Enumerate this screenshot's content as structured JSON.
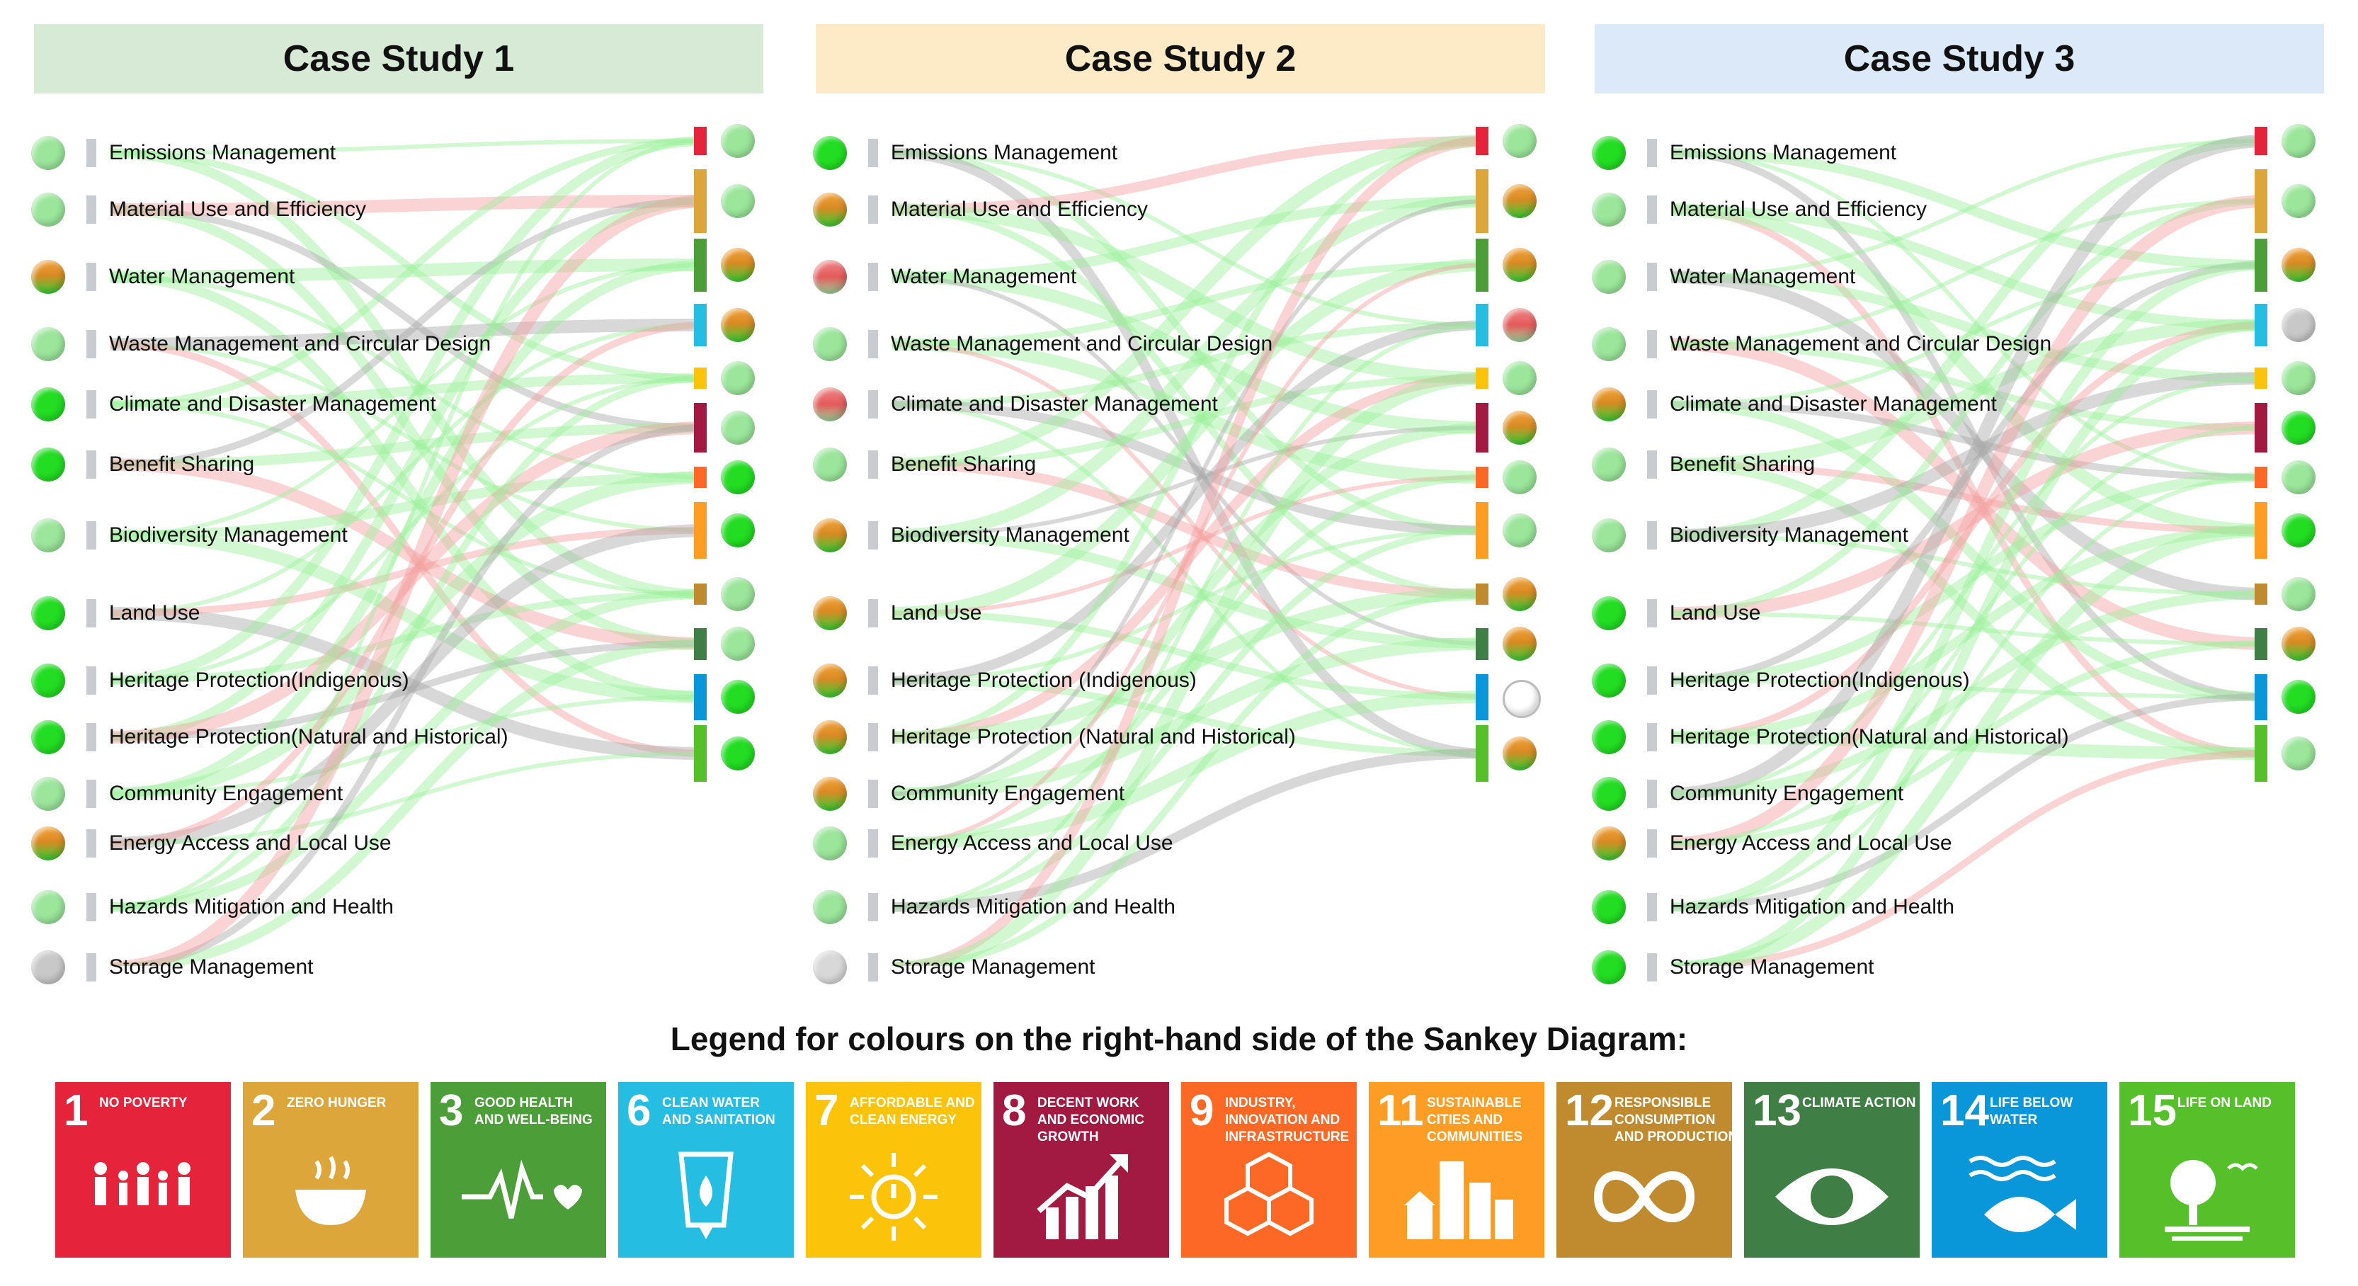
{
  "panels": [
    {
      "title": "Case Study 1",
      "header_color": "#d7ead6",
      "rows": [
        {
          "label": "Emissions Management",
          "dot": "light-green"
        },
        {
          "label": "Material Use and Efficiency",
          "dot": "light-green"
        },
        {
          "label": "Water Management",
          "dot": "orange-green"
        },
        {
          "label": "Waste Management and Circular Design",
          "dot": "light-green"
        },
        {
          "label": "Climate and Disaster Management",
          "dot": "green"
        },
        {
          "label": "Benefit Sharing",
          "dot": "green"
        },
        {
          "label": "Biodiversity Management",
          "dot": "light-green"
        },
        {
          "label": "Land Use",
          "dot": "green"
        },
        {
          "label": "Heritage Protection(Indigenous)",
          "dot": "green"
        },
        {
          "label": "Heritage Protection(Natural and Historical)",
          "dot": "green"
        },
        {
          "label": "Community Engagement",
          "dot": "light-green"
        },
        {
          "label": "Energy Access and Local Use",
          "dot": "orange-green"
        },
        {
          "label": "Hazards Mitigation and Health",
          "dot": "light-green"
        },
        {
          "label": "Storage Management",
          "dot": "grey"
        }
      ],
      "goal_dots": [
        "light-green",
        "light-green",
        "orange-green",
        "orange-green",
        "light-green",
        "light-green",
        "green",
        "green",
        "light-green",
        "light-green",
        "green",
        "green"
      ]
    },
    {
      "title": "Case Study 2",
      "header_color": "#fcebc6",
      "rows": [
        {
          "label": "Emissions Management",
          "dot": "green"
        },
        {
          "label": "Material Use and Efficiency",
          "dot": "orange-green"
        },
        {
          "label": "Water Management",
          "dot": "red-green"
        },
        {
          "label": "Waste Management and Circular Design",
          "dot": "light-green"
        },
        {
          "label": "Climate and Disaster Management",
          "dot": "red-green"
        },
        {
          "label": "Benefit Sharing",
          "dot": "light-green"
        },
        {
          "label": "Biodiversity Management",
          "dot": "orange-green"
        },
        {
          "label": "Land Use",
          "dot": "orange-green"
        },
        {
          "label": "Heritage Protection (Indigenous)",
          "dot": "orange-green"
        },
        {
          "label": "Heritage Protection (Natural and Historical)",
          "dot": "orange-green"
        },
        {
          "label": "Community Engagement",
          "dot": "orange-green"
        },
        {
          "label": "Energy Access and Local Use",
          "dot": "light-green"
        },
        {
          "label": "Hazards Mitigation and Health",
          "dot": "light-green"
        },
        {
          "label": "Storage Management",
          "dot": "light-grey"
        }
      ],
      "goal_dots": [
        "light-green",
        "orange-green",
        "orange-green",
        "red-green",
        "light-green",
        "orange-green",
        "light-green",
        "light-green",
        "orange-green",
        "orange-green",
        "empty",
        "orange-green"
      ]
    },
    {
      "title": "Case Study 3",
      "header_color": "#dce9f8",
      "rows": [
        {
          "label": "Emissions Management",
          "dot": "green"
        },
        {
          "label": "Material Use and Efficiency",
          "dot": "light-green"
        },
        {
          "label": "Water Management",
          "dot": "light-green"
        },
        {
          "label": "Waste Management and Circular Design",
          "dot": "light-green"
        },
        {
          "label": "Climate and Disaster Management",
          "dot": "orange-green"
        },
        {
          "label": "Benefit Sharing",
          "dot": "light-green"
        },
        {
          "label": "Biodiversity Management",
          "dot": "light-green"
        },
        {
          "label": "Land Use",
          "dot": "green"
        },
        {
          "label": "Heritage Protection(Indigenous)",
          "dot": "green"
        },
        {
          "label": "Heritage Protection(Natural and Historical)",
          "dot": "green"
        },
        {
          "label": "Community Engagement",
          "dot": "green"
        },
        {
          "label": "Energy Access and Local Use",
          "dot": "orange-green"
        },
        {
          "label": "Hazards Mitigation and Health",
          "dot": "green"
        },
        {
          "label": "Storage Management",
          "dot": "green"
        }
      ],
      "goal_dots": [
        "light-green",
        "light-green",
        "orange-green",
        "grey",
        "light-green",
        "green",
        "light-green",
        "green",
        "light-green",
        "orange-green",
        "green",
        "light-green"
      ]
    }
  ],
  "legend_title": "Legend for colours on the right-hand side of the Sankey Diagram:",
  "sdg_tiles": [
    {
      "num": "1",
      "text": "No Poverty",
      "color": "#e5243b",
      "icon": "people-icon"
    },
    {
      "num": "2",
      "text": "Zero Hunger",
      "color": "#dda63a",
      "icon": "bowl-icon"
    },
    {
      "num": "3",
      "text": "Good Health and Well-Being",
      "color": "#4c9f38",
      "icon": "heartbeat-icon"
    },
    {
      "num": "6",
      "text": "Clean Water and Sanitation",
      "color": "#26bde2",
      "icon": "water-glass-icon"
    },
    {
      "num": "7",
      "text": "Affordable and Clean Energy",
      "color": "#fcc30b",
      "icon": "sun-power-icon"
    },
    {
      "num": "8",
      "text": "Decent Work and Economic Growth",
      "color": "#a21942",
      "icon": "growth-chart-icon"
    },
    {
      "num": "9",
      "text": "Industry, Innovation and Infrastructure",
      "color": "#fd6925",
      "icon": "cubes-icon"
    },
    {
      "num": "11",
      "text": "Sustainable Cities and Communities",
      "color": "#fd9d24",
      "icon": "city-icon"
    },
    {
      "num": "12",
      "text": "Responsible Consumption and Production",
      "color": "#bf8b2e",
      "icon": "infinity-icon"
    },
    {
      "num": "13",
      "text": "Climate Action",
      "color": "#3f7e44",
      "icon": "eye-globe-icon"
    },
    {
      "num": "14",
      "text": "Life Below Water",
      "color": "#0a97d9",
      "icon": "fish-icon"
    },
    {
      "num": "15",
      "text": "Life on Land",
      "color": "#56c02b",
      "icon": "tree-bird-icon"
    }
  ],
  "colors": {
    "green": "#22dd22",
    "light-green": "#9be69b",
    "orange-green": "#f08a1e",
    "red-green": "#e8686a",
    "grey": "#c8c8c8",
    "light-grey": "#d8d8d8",
    "flow-green": "#9cf09c",
    "flow-grey": "#a8a8a8",
    "flow-red": "#f4a0a0"
  }
}
